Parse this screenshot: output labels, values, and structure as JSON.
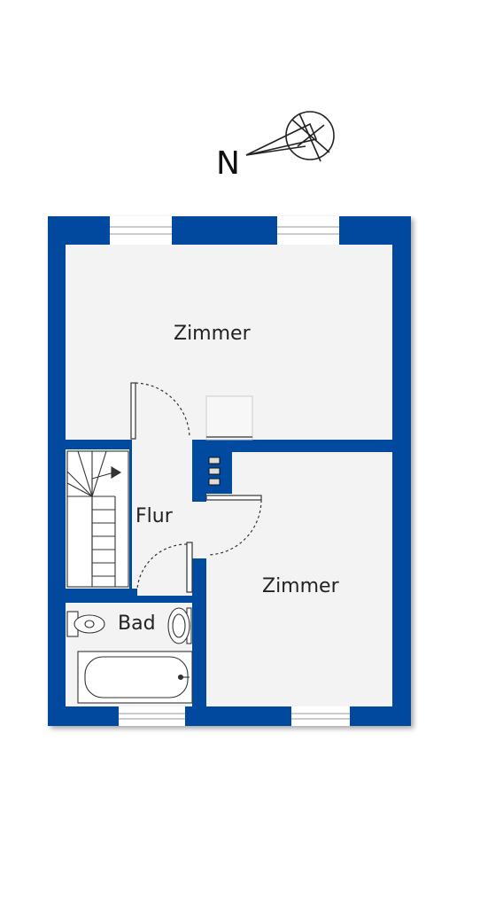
{
  "compass": {
    "label": "N"
  },
  "rooms": {
    "zimmer_top": "Zimmer",
    "flur": "Flur",
    "zimmer_bottom": "Zimmer",
    "bad": "Bad"
  },
  "colors": {
    "wall": "#004a9f",
    "floor": "#f3f3f3",
    "line": "#333333",
    "background": "#ffffff"
  }
}
